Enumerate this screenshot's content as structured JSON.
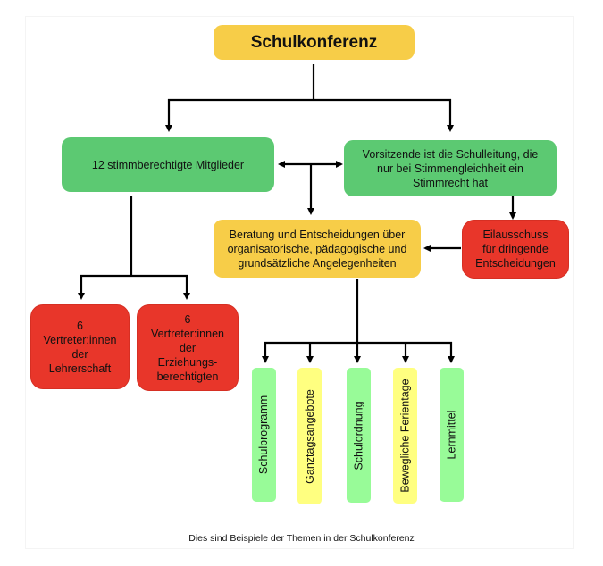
{
  "diagram": {
    "title": "Schulkonferenz",
    "members": "12 stimmberechtigte Mitglieder",
    "chair": "Vorsitzende ist die Schulleitung, die nur bei Stimmengleichheit ein Stimmrecht hat",
    "decisions": "Beratung und Entscheidungen über organisatorische, pädagogische und grundsätzliche Angelegenheiten",
    "urgent_committee": "Eilausschuss für dringende Entscheidungen",
    "teachers": [
      "6",
      "Vertreter:innen",
      "der",
      "Lehrerschaft"
    ],
    "parents": [
      "6",
      "Vertreter:innen",
      "der",
      "Erziehungs-",
      "berechtigten"
    ],
    "topics": [
      {
        "label": "Schulprogramm",
        "color": "#98fb98"
      },
      {
        "label": "Ganztagsangebote",
        "color": "#ffff80"
      },
      {
        "label": "Schulordnung",
        "color": "#98fb98"
      },
      {
        "label": "Bewegliche Ferientage",
        "color": "#ffff80"
      },
      {
        "label": "Lernmittel",
        "color": "#98fb98"
      }
    ],
    "caption": "Dies sind Beispiele der Themen in der Schulkonferenz"
  },
  "colors": {
    "title_box": "#f7cd48",
    "green_box": "#5cc972",
    "red_box": "#e8362a",
    "topic_green": "#98fb98",
    "topic_yellow": "#ffff80",
    "connector": "#000000"
  }
}
